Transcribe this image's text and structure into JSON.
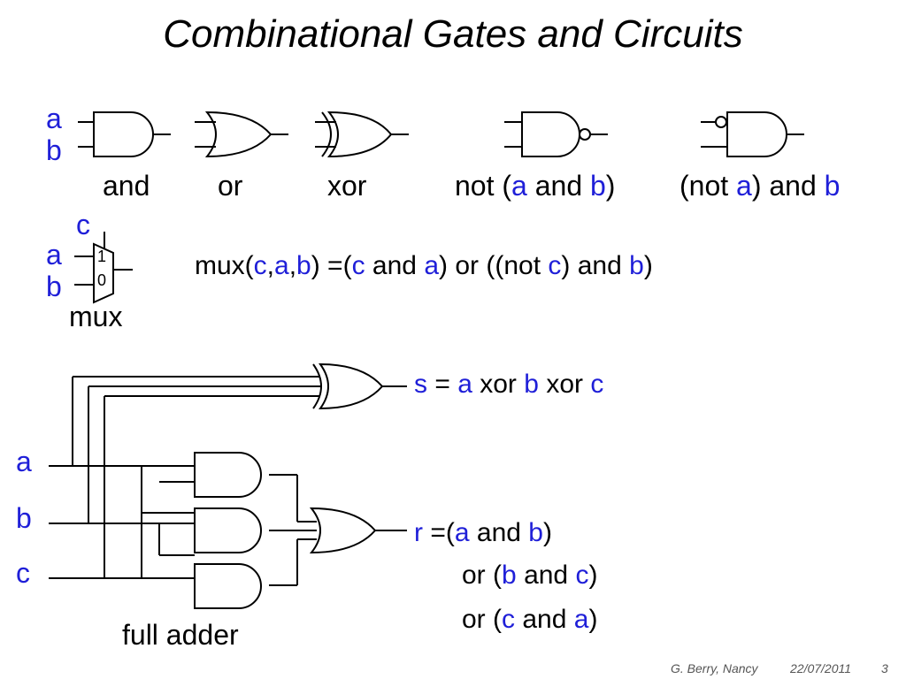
{
  "title": "Combinational Gates and Circuits",
  "colors": {
    "variable": "#1f1fd8",
    "text": "#000000",
    "wire": "#000000"
  },
  "gates_row": {
    "input_a": "a",
    "input_b": "b",
    "and_label": "and",
    "or_label": "or",
    "xor_label": "xor",
    "nand_label": {
      "not": "not",
      "open": "(",
      "a": "a",
      "and": "and",
      "b": "b",
      "close": ")"
    },
    "notand_label": {
      "open": "(not",
      "a": "a",
      "close": ")",
      "and": "and",
      "b": "b"
    }
  },
  "mux": {
    "c": "c",
    "a": "a",
    "b": "b",
    "sel1": "1",
    "sel0": "0",
    "label": "mux",
    "formula": {
      "p1": "mux(",
      "c1": "c",
      "comma1": ",",
      "a1": "a",
      "comma2": ",",
      "b1": "b",
      "p2": ") =(",
      "c2": "c",
      "p3": "and",
      "a2": "a",
      "p4": ") or ((not",
      "c3": "c",
      "p5": ") and",
      "b2": "b",
      "p6": ")"
    }
  },
  "full_adder": {
    "a": "a",
    "b": "b",
    "c": "c",
    "label": "full adder",
    "s_eq": {
      "s": "s",
      "eq": "=",
      "a": "a",
      "xor1": "xor",
      "b": "b",
      "xor2": "xor",
      "c": "c"
    },
    "r_eq": {
      "r": "r",
      "eq": "=(",
      "a1": "a",
      "and1": "and",
      "b1": "b",
      "close1": ")",
      "or1": "or",
      "open2": "(",
      "b2": "b",
      "and2": "and",
      "c2": "c",
      "close2": ")",
      "or2": "or",
      "open3": "(",
      "c3": "c",
      "and3": "and",
      "a3": "a",
      "close3": ")"
    }
  },
  "footer": {
    "author": "G. Berry, Nancy",
    "date": "22/07/2011",
    "page": "3"
  }
}
